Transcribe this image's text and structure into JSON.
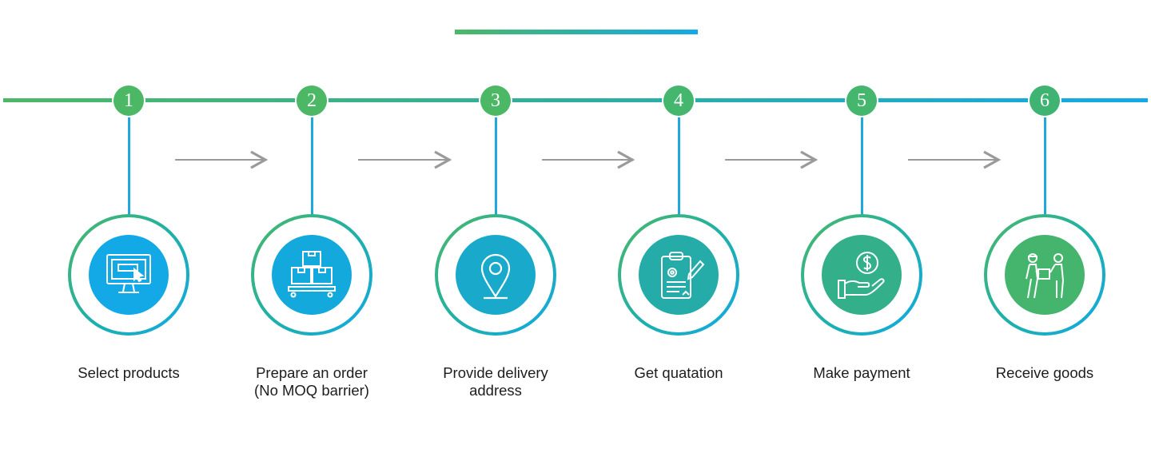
{
  "colors": {
    "green": "#4cb866",
    "blue": "#12a9e6",
    "arrow": "#9a9a9a",
    "text": "#1d1d1f"
  },
  "steps": [
    {
      "number": "1",
      "label": "Select products",
      "icon": "computer-click-icon"
    },
    {
      "number": "2",
      "label": "Prepare an order\n(No MOQ barrier)",
      "icon": "boxes-pallet-icon"
    },
    {
      "number": "3",
      "label": "Provide delivery\naddress",
      "icon": "location-pin-icon"
    },
    {
      "number": "4",
      "label": "Get quatation",
      "icon": "clipboard-quote-icon"
    },
    {
      "number": "5",
      "label": "Make payment",
      "icon": "hand-dollar-icon"
    },
    {
      "number": "6",
      "label": "Receive goods",
      "icon": "delivery-handover-icon"
    }
  ]
}
